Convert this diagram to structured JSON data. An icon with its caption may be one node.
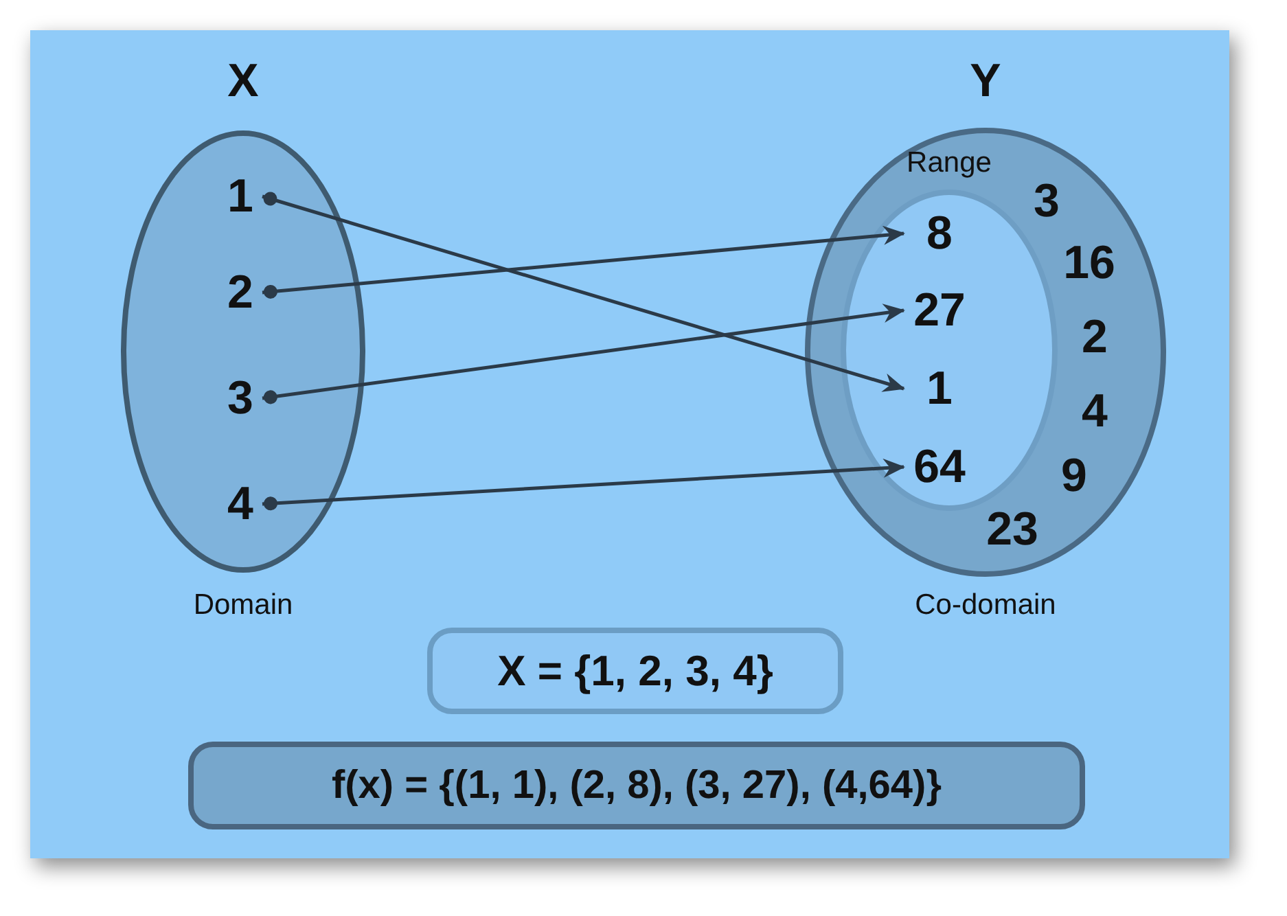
{
  "diagram": {
    "nodes": [
      {
        "text": [
          "X",
          "Domain"
        ]
      },
      {
        "text": [
          "1"
        ],
        "in": 0
      },
      {
        "text": [
          "2"
        ],
        "in": 0
      },
      {
        "text": [
          "3"
        ],
        "in": 0
      },
      {
        "text": [
          "4"
        ],
        "in": 0
      },
      {
        "text": [
          "Y",
          "Co-domain"
        ]
      },
      {
        "text": [
          "Range"
        ],
        "in": 5
      },
      {
        "text": [
          "8"
        ],
        "in": 6
      },
      {
        "text": [
          "27"
        ],
        "in": 6
      },
      {
        "text": [
          "1"
        ],
        "in": 6
      },
      {
        "text": [
          "64"
        ],
        "in": 6
      },
      {
        "text": [
          "X = {1, 2, 3, 4}"
        ]
      },
      {
        "text": [
          "f(x) = {(1, 1), (2, 8), (3, 27), (4,64)}"
        ]
      }
    ],
    "edges": [
      {
        "from": 1,
        "to": 9,
        "arrow": "to"
      },
      {
        "from": 2,
        "to": 7,
        "arrow": "to"
      },
      {
        "from": 3,
        "to": 8,
        "arrow": "to"
      },
      {
        "from": 4,
        "to": 10,
        "arrow": "to"
      }
    ],
    "labels": [
      "3",
      "16",
      "2",
      "4",
      "9",
      "23"
    ]
  }
}
